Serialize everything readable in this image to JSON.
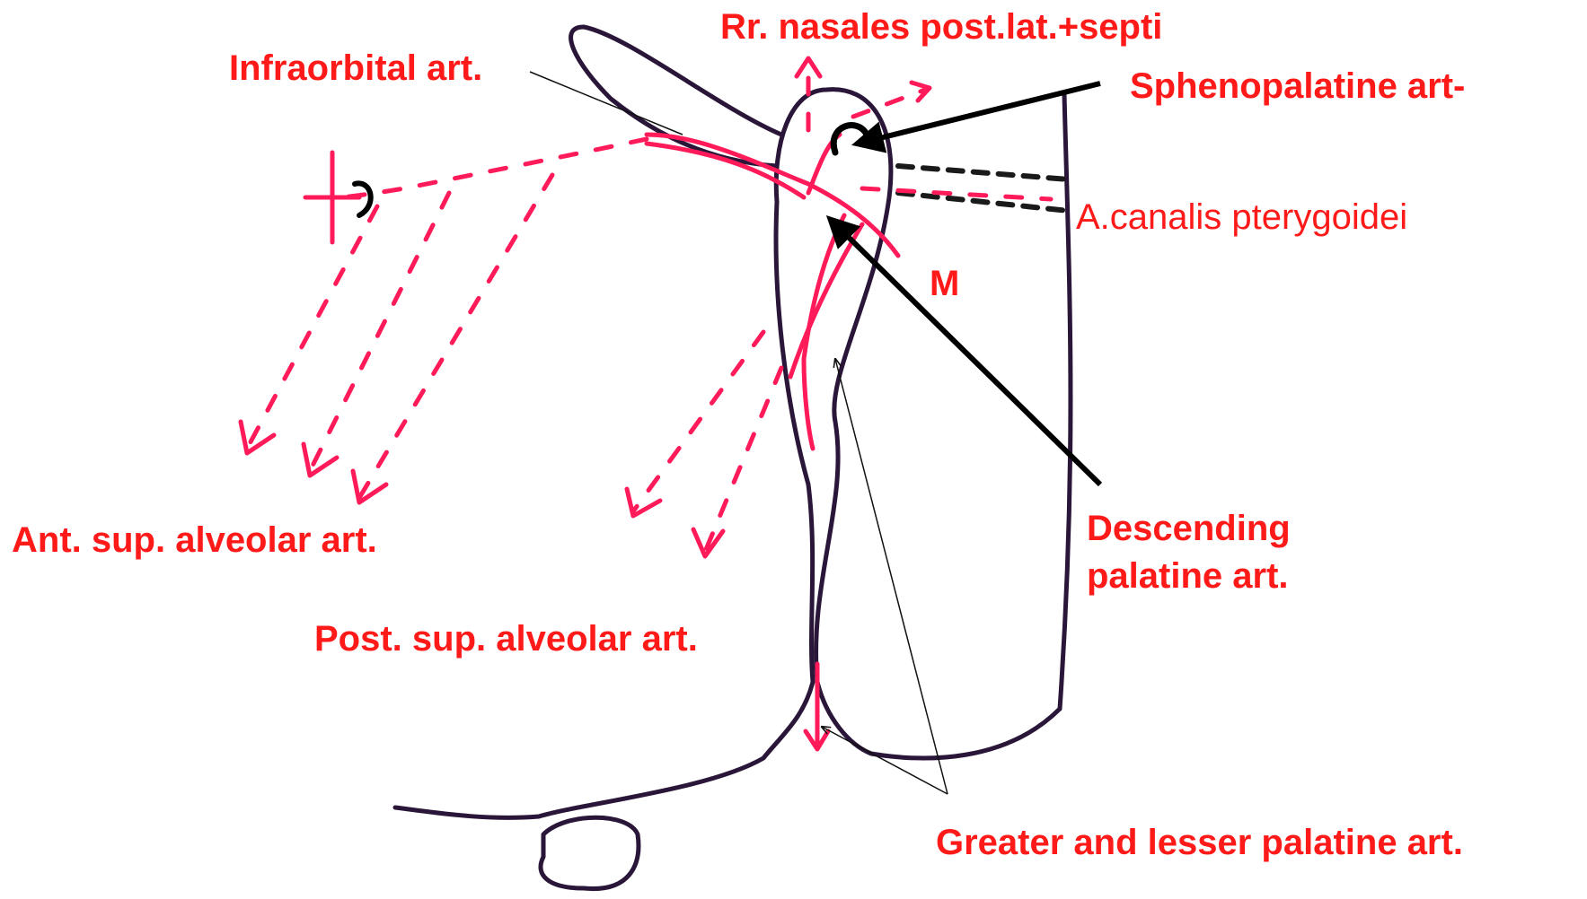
{
  "labels": {
    "infraorbital": "Infraorbital art.",
    "nasales": "Rr. nasales post.lat.+septi",
    "sphenopalatine": "Sphenopalatine art-",
    "canalis": "A.canalis pterygoidei",
    "m": "M",
    "ant_sup": "Ant. sup. alveolar art.",
    "descending_1": "Descending",
    "descending_2": "palatine art.",
    "post_sup": "Post. sup. alveolar art.",
    "greater_lesser": "Greater and lesser palatine art."
  },
  "colors": {
    "label_red": "#ff1a1a",
    "artery_pink": "#ff1a5a",
    "outline_dark": "#2a1638"
  }
}
